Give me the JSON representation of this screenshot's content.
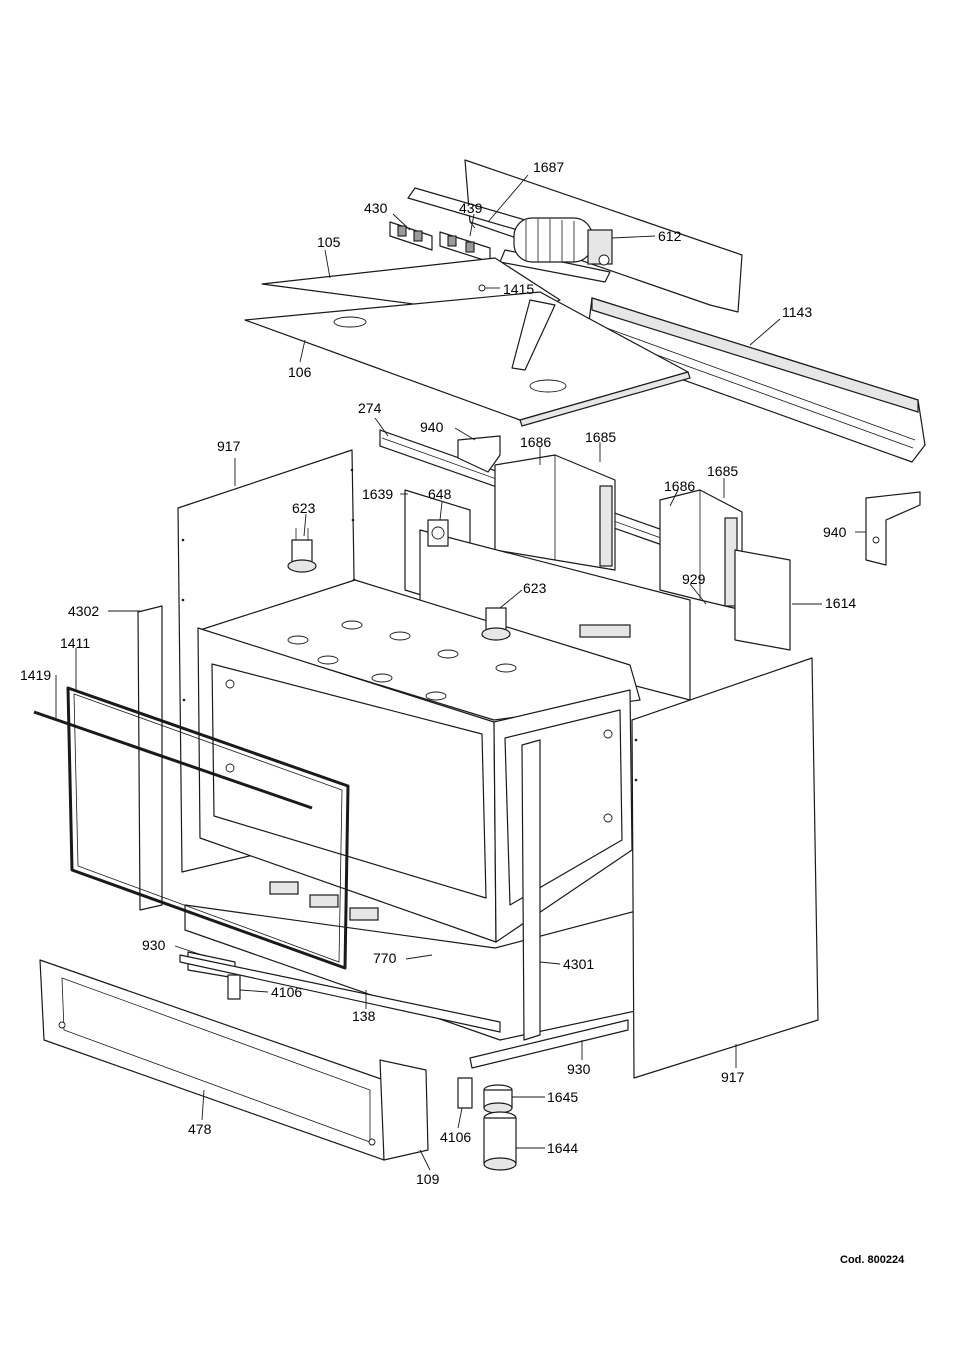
{
  "callouts": {
    "c1687": "1687",
    "c430": "430",
    "c439": "439",
    "c612": "612",
    "c105": "105",
    "c1415": "1415",
    "c1143": "1143",
    "c106": "106",
    "c274": "274",
    "c940a": "940",
    "c1686a": "1686",
    "c1685a": "1685",
    "c917a": "917",
    "c1639": "1639",
    "c648": "648",
    "c1686b": "1686",
    "c1685b": "1685",
    "c623a": "623",
    "c940b": "940",
    "c929": "929",
    "c623b": "623",
    "c1614": "1614",
    "c4302": "4302",
    "c1411": "1411",
    "c1419": "1419",
    "c930a": "930",
    "c770": "770",
    "c4301": "4301",
    "c4106a": "4106",
    "c138": "138",
    "c930b": "930",
    "c917b": "917",
    "c1645": "1645",
    "c478": "478",
    "c4106b": "4106",
    "c1644": "1644",
    "c109": "109"
  },
  "footer": {
    "code": "Cod. 800224"
  }
}
